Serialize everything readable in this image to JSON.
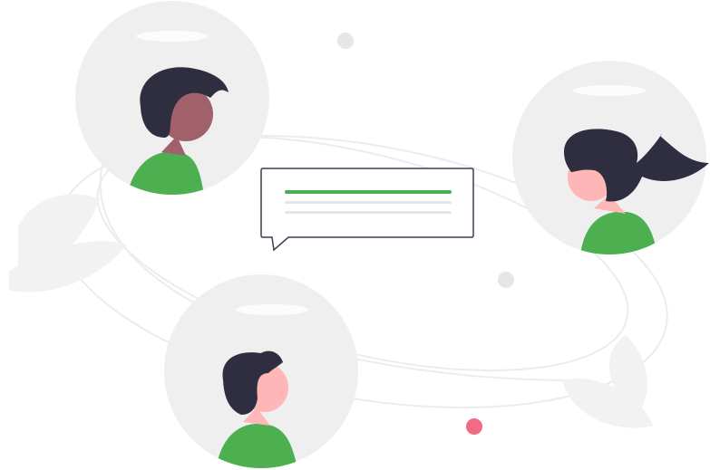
{
  "illustration": {
    "people": [
      {
        "id": "person-top-left",
        "hair": "short-curly"
      },
      {
        "id": "person-right",
        "hair": "ponytail"
      },
      {
        "id": "person-bottom",
        "hair": "short-curly"
      }
    ],
    "chat_bubble": {
      "lines": 3
    },
    "decor": [
      "leaf",
      "leaf",
      "dot",
      "dot",
      "dot"
    ]
  },
  "colors": {
    "avatar_bg": "#efefef",
    "hair": "#2f2e41",
    "skin_light": "#ffb6b6",
    "skin_dark": "#a0616a",
    "shirt": "#4caf50",
    "accent_line": "#4caf50",
    "muted_line": "#e6e6e6",
    "dot_grey": "#e6e6e6",
    "dot_pink": "#f06b83",
    "leaf": "#f2f2f2",
    "outline": "#3f3d56"
  }
}
